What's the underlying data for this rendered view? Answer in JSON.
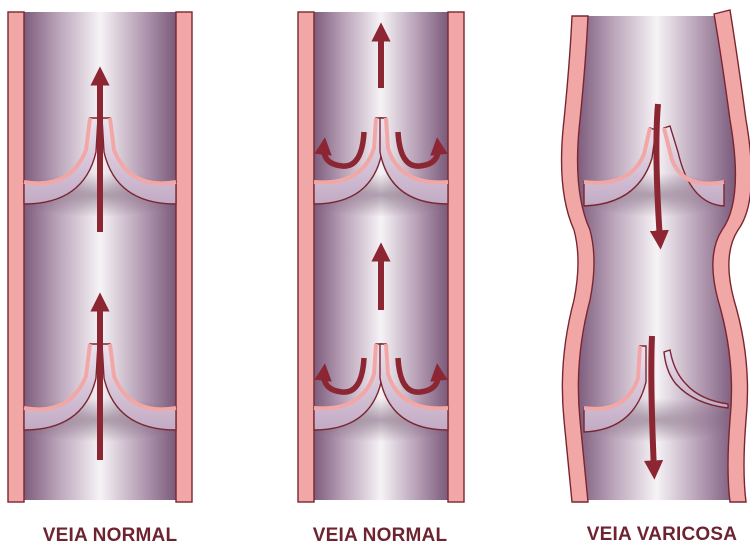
{
  "panels": [
    {
      "id": "normal-open",
      "caption": "VEIA NORMAL",
      "flow": "upward",
      "valves": "open"
    },
    {
      "id": "normal-closed",
      "caption": "VEIA NORMAL",
      "flow": "upward",
      "valves": "closed-backflow-blocked"
    },
    {
      "id": "varicose",
      "caption": "VEIA VARICOSA",
      "flow": "downward",
      "valves": "incompetent"
    }
  ],
  "colors": {
    "vein_wall": "#f2a7a7",
    "vein_wall_edge": "#7a2630",
    "valve_fill": "#d9c8dc",
    "lumen_dark": "#8a6a88",
    "lumen_light": "#f4f1f4",
    "arrow": "#8b2632",
    "caption": "#6e2430"
  }
}
